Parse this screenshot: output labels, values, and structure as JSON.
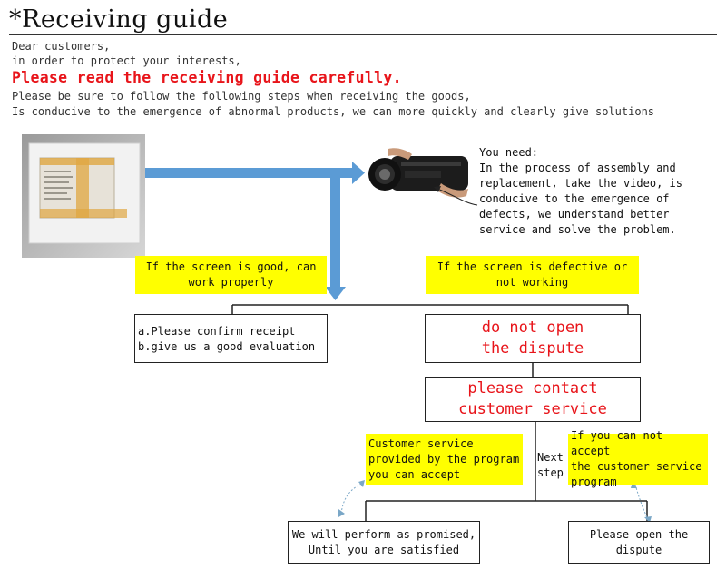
{
  "title": "*Receiving guide",
  "intro": {
    "line1": "Dear customers,",
    "line2": "in order to protect your interests,",
    "warning": "Please read the receiving guide carefully.",
    "line3": "Please be sure to follow the following steps when receiving the goods,",
    "line4": "Is conducive to the emergence of abnormal products, we can more quickly and clearly give solutions"
  },
  "you_need": {
    "heading": "You need:",
    "lines": [
      "In the process of assembly and",
      "replacement, take the video, is",
      "conducive to the emergence of",
      "defects, we understand better",
      "service and solve the problem."
    ]
  },
  "good": {
    "label_line1": "If the screen is good, can",
    "label_line2": "work properly",
    "step_a": "a.Please confirm receipt",
    "step_b": "b.give us a good evaluation"
  },
  "defective": {
    "label_line1": "If the screen is defective or",
    "label_line2": "not working",
    "box1_line1": "do not open",
    "box1_line2": "the dispute",
    "box2_line1": "please contact",
    "box2_line2": "customer service"
  },
  "next_step": {
    "line1": "Next",
    "line2": "step"
  },
  "accept": {
    "label_line1": "Customer service",
    "label_line2": "provided by the program",
    "label_line3": "you can accept",
    "result_line1": "We will perform as promised,",
    "result_line2": "Until you are satisfied"
  },
  "reject": {
    "label_line1": "If you can not accept",
    "label_line2": "the customer service",
    "label_line3": "program",
    "result_line1": "Please open the",
    "result_line2": "dispute"
  },
  "colors": {
    "warning_red": "#e8141a",
    "highlight_yellow": "#ffff00",
    "arrow_blue": "#5b9bd5"
  }
}
